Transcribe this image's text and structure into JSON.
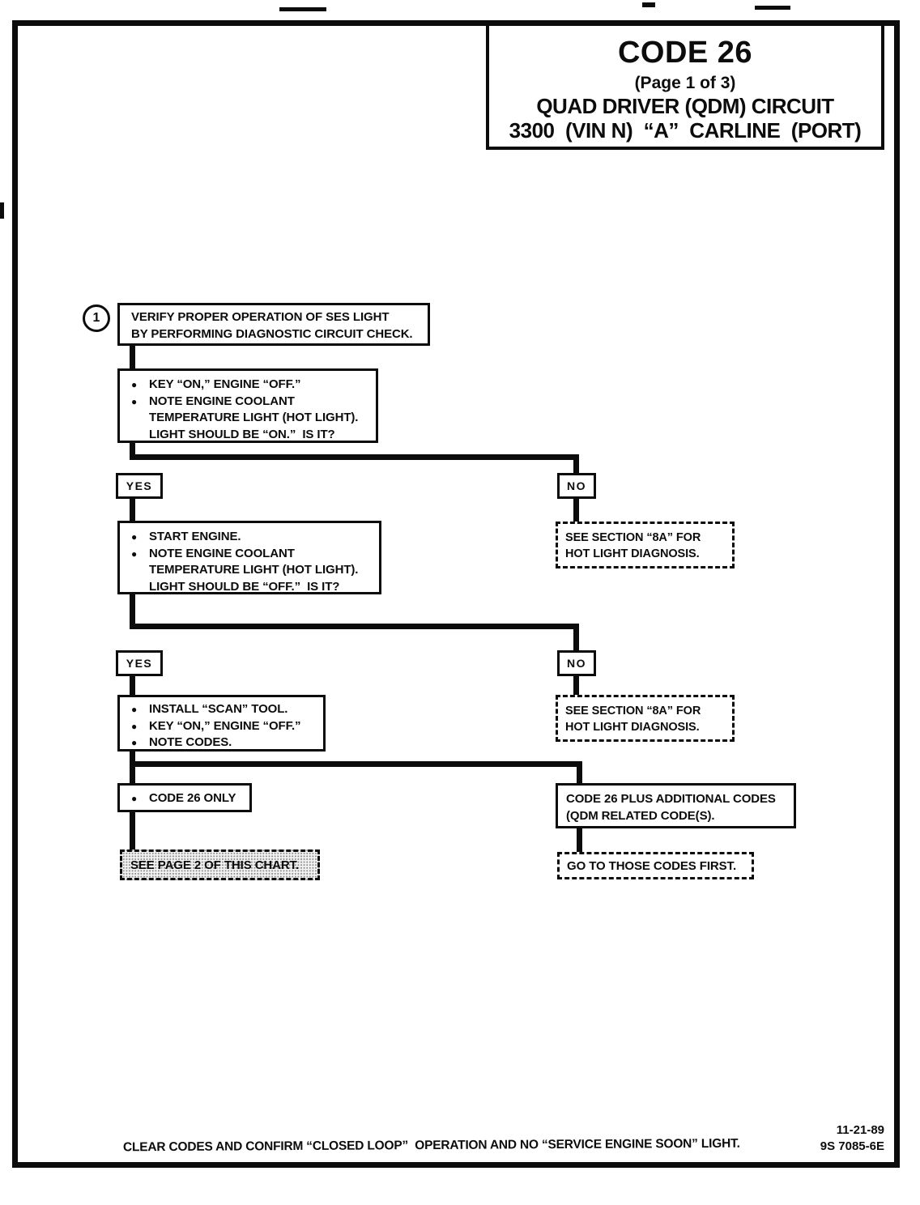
{
  "glyphs": {
    "bullet": "●"
  },
  "header": {
    "code": "CODE 26",
    "page": "(Page 1 of 3)",
    "circuit": "QUAD DRIVER (QDM) CIRCUIT",
    "carline": "3300  (VIN N)  “A”  CARLINE  (PORT)"
  },
  "flow": {
    "step_number": "1",
    "verify": {
      "line1": "VERIFY PROPER OPERATION OF SES LIGHT",
      "line2": "BY PERFORMING DIAGNOSTIC CIRCUIT CHECK."
    },
    "key_on": {
      "bullet1": "KEY “ON,” ENGINE “OFF.”",
      "bullet2_line1": "NOTE ENGINE COOLANT",
      "bullet2_line2": "TEMPERATURE LIGHT (HOT LIGHT).",
      "bullet2_line3": "LIGHT SHOULD BE “ON.”  IS IT?"
    },
    "branch1": {
      "yes": "YES",
      "no": "NO"
    },
    "start_engine": {
      "bullet1": "START ENGINE.",
      "bullet2_line1": "NOTE ENGINE COOLANT",
      "bullet2_line2": "TEMPERATURE LIGHT (HOT LIGHT).",
      "bullet2_line3": "LIGHT SHOULD BE “OFF.”  IS IT?"
    },
    "section8a_1": {
      "line1": "SEE SECTION “8A” FOR",
      "line2": "HOT LIGHT DIAGNOSIS."
    },
    "branch2": {
      "yes": "YES",
      "no": "NO"
    },
    "scan_tool": {
      "bullet1": "INSTALL “SCAN” TOOL.",
      "bullet2": "KEY “ON,” ENGINE “OFF.”",
      "bullet3": "NOTE CODES."
    },
    "section8a_2": {
      "line1": "SEE SECTION “8A” FOR",
      "line2": "HOT LIGHT DIAGNOSIS."
    },
    "code26_only": "CODE 26 ONLY",
    "code26_plus": {
      "line1": "CODE 26 PLUS ADDITIONAL CODES",
      "line2": "(QDM RELATED CODE(S)."
    },
    "see_page2": "SEE PAGE 2 OF THIS CHART.",
    "go_to_codes": "GO TO THOSE CODES FIRST."
  },
  "footer": {
    "note": "CLEAR CODES AND CONFIRM “CLOSED LOOP”  OPERATION AND NO “SERVICE ENGINE SOON” LIGHT.",
    "date": "11-21-89",
    "doc_number": "9S 7085-6E"
  },
  "colors": {
    "ink": "#0c0c0c",
    "paper": "#ffffff"
  }
}
